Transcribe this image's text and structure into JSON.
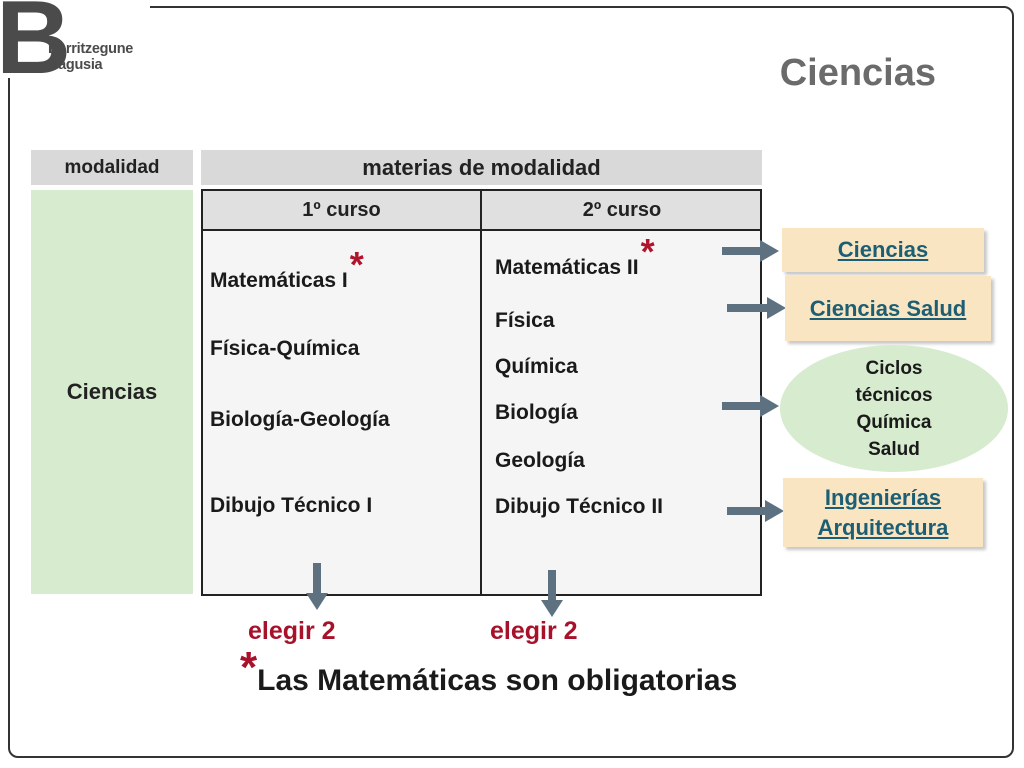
{
  "logo": {
    "letter": "B",
    "line1": "Berritzegune",
    "line2": "Nagusia"
  },
  "title": "Ciencias",
  "headers": {
    "modalidad": "modalidad",
    "materias": "materias de modalidad"
  },
  "modalidad_value": "Ciencias",
  "table": {
    "col1_header": "1º curso",
    "col2_header": "2º curso",
    "col1": [
      "Matemáticas I",
      "Física-Química",
      "Biología-Geología",
      "Dibujo Técnico I"
    ],
    "col2": [
      "Matemáticas II",
      "Física",
      "Química",
      "Biología",
      "Geología",
      "Dibujo Técnico II"
    ],
    "star": "*"
  },
  "elegir": [
    "elegir 2",
    "elegir 2"
  ],
  "note": {
    "star": "*",
    "text": "Las Matemáticas son obligatorias"
  },
  "destinations": {
    "ciencias": "Ciencias",
    "ciencias_salud": "Ciencias Salud",
    "ciclos": [
      "Ciclos",
      "técnicos",
      "Química",
      "Salud"
    ],
    "ingenierias": [
      "Ingenierías",
      "Arquitectura"
    ]
  },
  "colors": {
    "accent_red": "#a8112a",
    "header_gray": "#d9d9d9",
    "green_box": "#d7ebcf",
    "dest_fill": "#fae5c3",
    "link_blue": "#1c5f74",
    "arrow_steel": "#5d7181"
  }
}
